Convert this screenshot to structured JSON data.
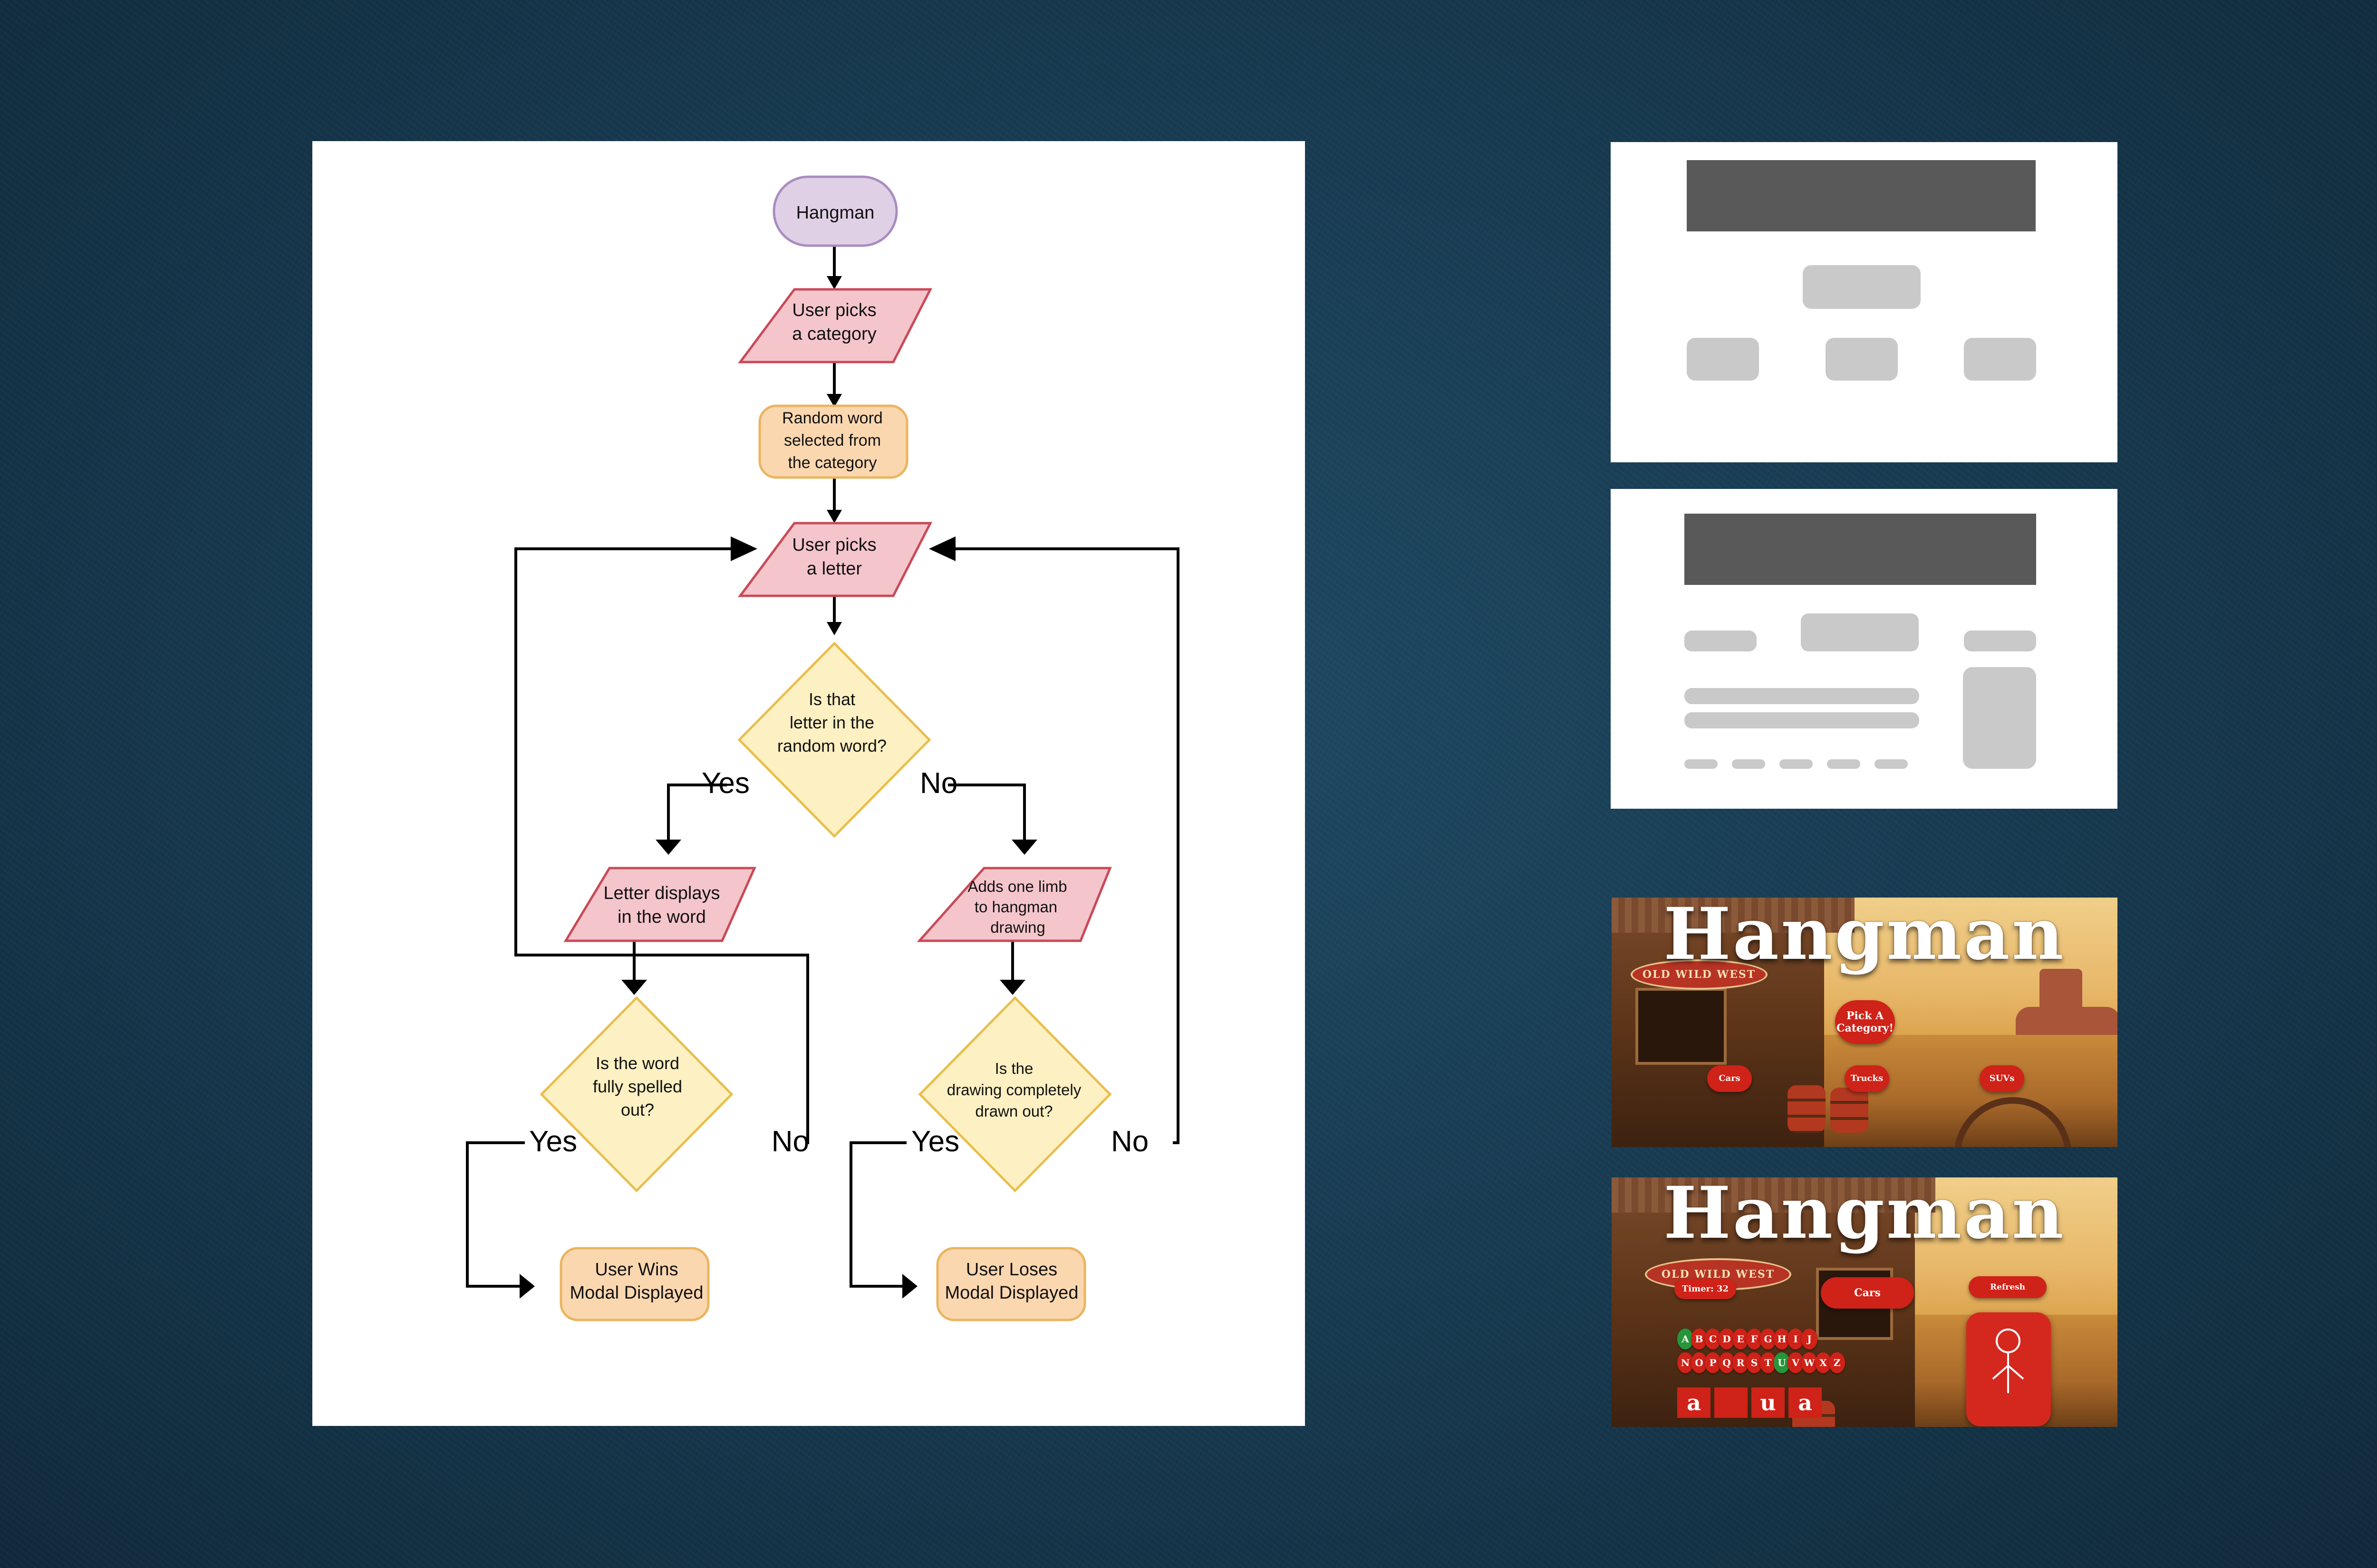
{
  "flowchart": {
    "start": "Hangman",
    "pick_category": [
      "User picks",
      "a category"
    ],
    "random_word": [
      "Random word",
      "selected from",
      "the category"
    ],
    "pick_letter": [
      "User picks",
      "a letter"
    ],
    "letter_in_word": [
      "Is that",
      "letter in the",
      "random word?"
    ],
    "letter_displays": [
      "Letter displays",
      "in the word"
    ],
    "adds_limb": [
      "Adds one limb",
      "to hangman",
      "drawing"
    ],
    "fully_spelled": [
      "Is the word",
      "fully spelled",
      "out?"
    ],
    "drawing_complete": [
      "Is the",
      "drawing completely",
      "drawn out?"
    ],
    "user_wins": [
      "User Wins",
      "Modal Displayed"
    ],
    "user_loses": [
      "User Loses",
      "Modal Displayed"
    ],
    "yes_label": "Yes",
    "no_label": "No"
  },
  "screen_category": {
    "title": "Hangman",
    "sign": "OLD WILD WEST",
    "prompt": [
      "Pick A",
      "Category!"
    ],
    "categories": [
      "Cars",
      "Trucks",
      "SUVs"
    ]
  },
  "screen_game": {
    "title": "Hangman",
    "sign": "OLD WILD WEST",
    "timer": "Timer: 32",
    "category": "Cars",
    "refresh": "Refresh",
    "letters_row1": [
      "A",
      "B",
      "C",
      "D",
      "E",
      "F",
      "G",
      "H",
      "I",
      "J"
    ],
    "letters_row2": [
      "N",
      "O",
      "P",
      "Q",
      "R",
      "S",
      "T",
      "U",
      "V",
      "W",
      "X",
      "Z"
    ],
    "green_letters": [
      "A",
      "U"
    ],
    "word_slots": [
      "a",
      "",
      "u",
      "a"
    ]
  },
  "colors": {
    "background": "#17394f",
    "start_fill": "#e0d0e6",
    "start_stroke": "#a98cbf",
    "io_fill": "#f5c5cc",
    "io_stroke": "#c94a57",
    "process_fill": "#fbd7b0",
    "process_stroke": "#ebb55f",
    "decision_fill": "#fdf0c2",
    "decision_stroke": "#e8bf4e",
    "wire_dark": "#595959",
    "wire_light": "#c9c9c9",
    "button_red": "#cf2218",
    "key_green": "#27963a"
  }
}
